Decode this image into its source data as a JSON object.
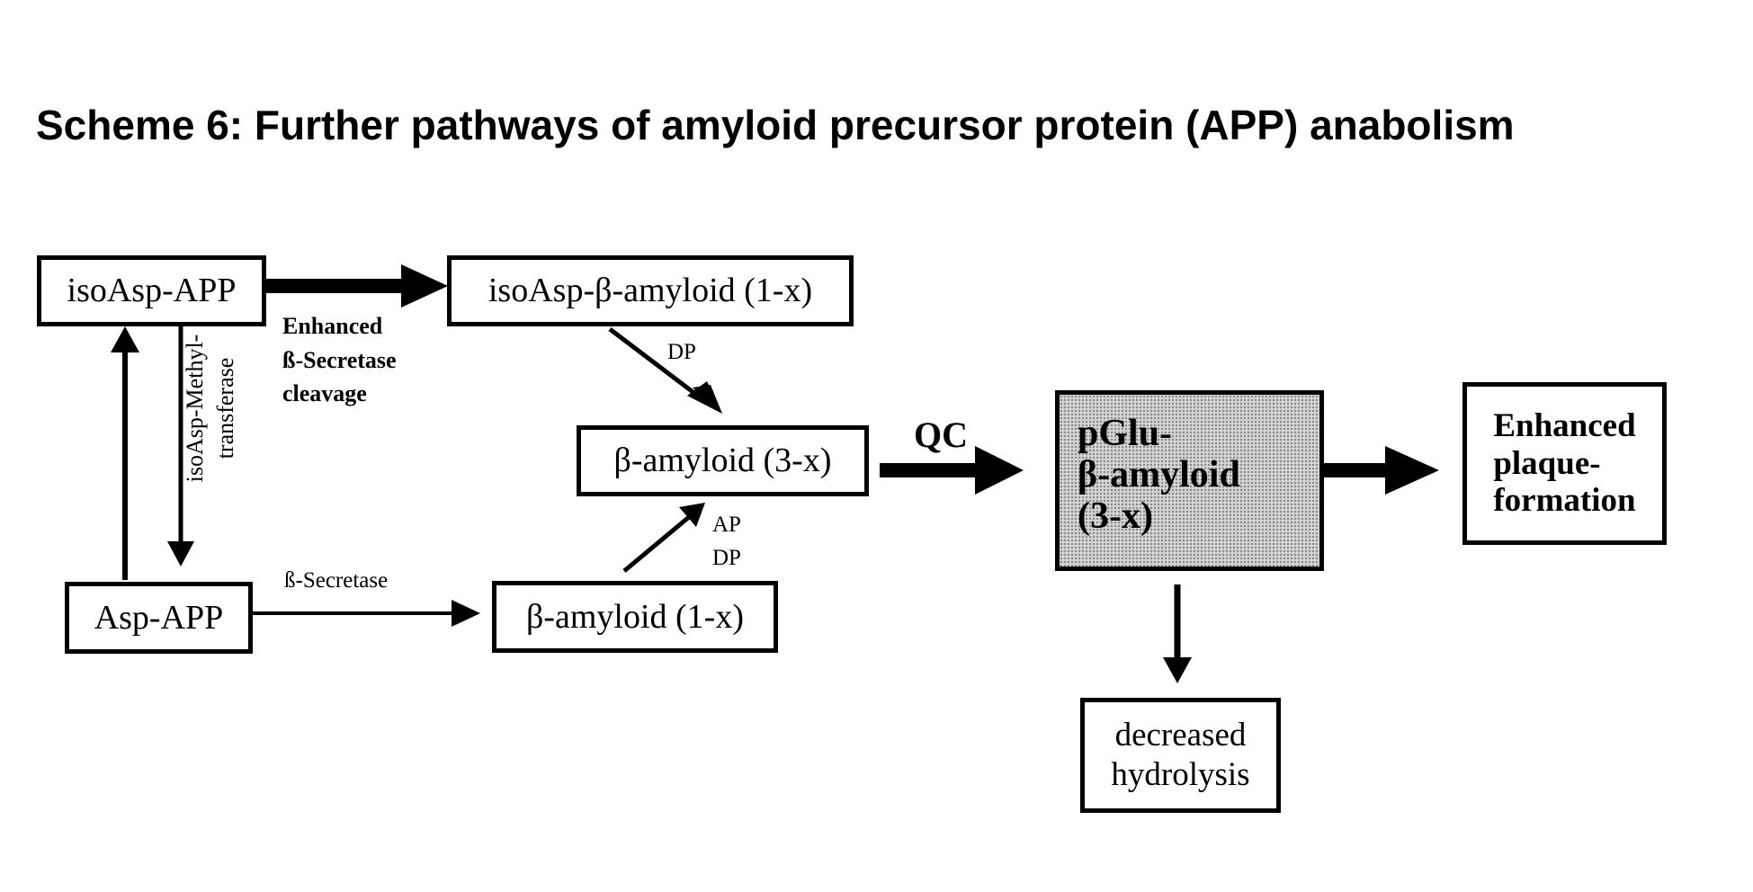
{
  "title": "Scheme 6: Further pathways of amyloid precursor protein (APP) anabolism",
  "nodes": {
    "isoasp_app": "isoAsp-APP",
    "asp_app": "Asp-APP",
    "isoasp_bamyloid_1x": "isoAsp-β-amyloid (1-x)",
    "bamyloid_3x": "β-amyloid (3-x)",
    "bamyloid_1x": "β-amyloid (1-x)",
    "pglu": [
      "pGlu-",
      "β-amyloid",
      "(3-x)"
    ],
    "enhanced_plaque": [
      "Enhanced",
      "plaque-",
      "formation"
    ],
    "decreased_hydrolysis": [
      "decreased",
      "hydrolysis"
    ]
  },
  "labels": {
    "enhanced_cleavage": [
      "Enhanced",
      "ß-Secretase",
      "cleavage"
    ],
    "methyltransferase": [
      "isoAsp-Methyl-",
      "transferase"
    ],
    "dp_top": "DP",
    "ap": "AP",
    "dp_bottom": "DP",
    "secretase": "ß-Secretase",
    "qc": "QC"
  }
}
